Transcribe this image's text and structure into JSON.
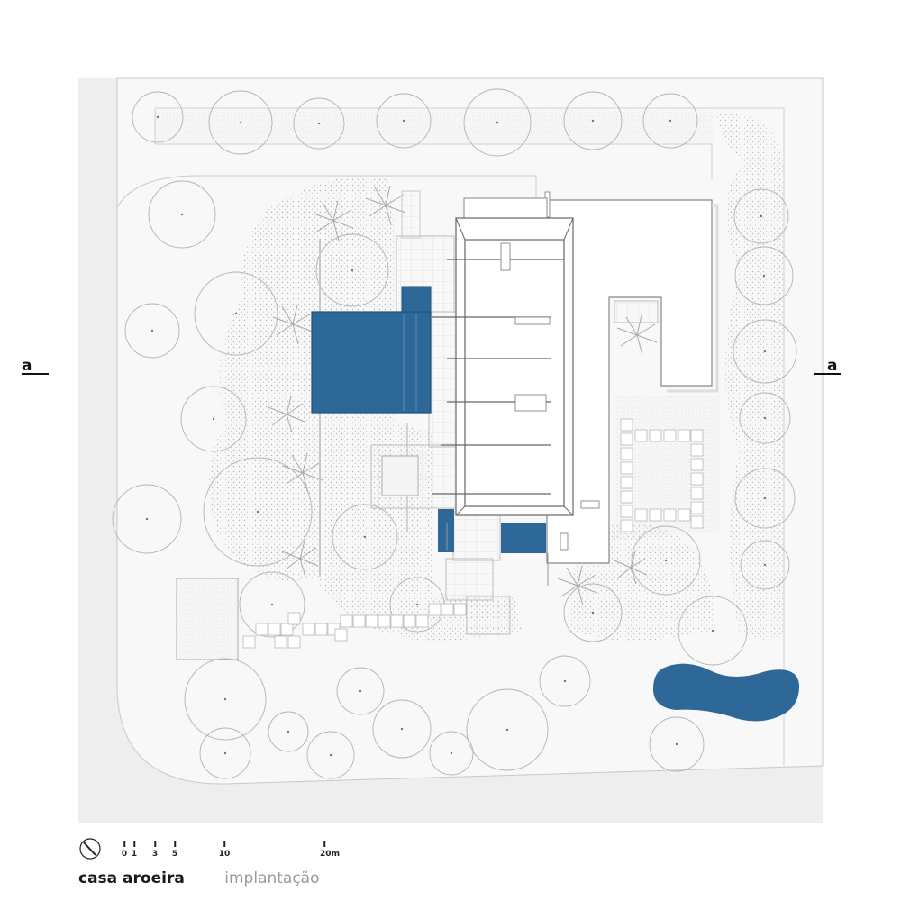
{
  "section_marks": {
    "left": "a",
    "right": "a"
  },
  "title": {
    "project": "casa aroeira",
    "drawing": "implantação"
  },
  "scale_bar": {
    "ticks": [
      "0",
      "1",
      "3",
      "5",
      "10",
      "20m"
    ],
    "values": [
      0,
      1,
      3,
      5,
      10,
      20
    ],
    "unit": "m"
  },
  "icons": {
    "north": "north-arrow-icon"
  },
  "colors": {
    "water": "#2e6899",
    "paving": "#f7f7f7",
    "vegetation": "#bdbdbd",
    "street": "#eeeeee"
  }
}
